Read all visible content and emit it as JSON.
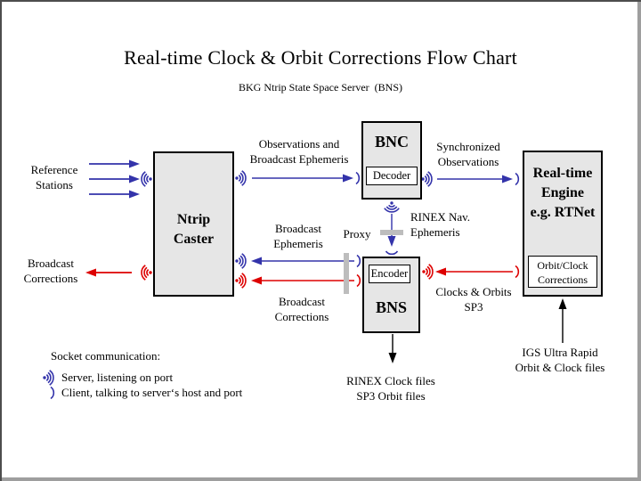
{
  "slide": {
    "title": "Real-time Clock & Orbit Corrections Flow Chart",
    "subtitle": "BKG Ntrip State Space Server  (BNS)"
  },
  "colors": {
    "blue": "#3333aa",
    "red": "#dd0000",
    "ink": "#000000",
    "box_fill": "#e6e6e6",
    "box_border": "#000000",
    "proxy_bar": "#bdbdbd",
    "frame_dark": "#4d4d4d",
    "frame_light": "#9e9e9e",
    "background": "#ffffff"
  },
  "boxes": {
    "caster": {
      "lines": [
        "Ntrip",
        "Caster"
      ]
    },
    "bnc": {
      "title": "BNC",
      "sub": "Decoder"
    },
    "bns": {
      "title": "BNS",
      "sub": "Encoder"
    },
    "rte": {
      "lines": [
        "Real-time",
        "Engine",
        "e.g. RTNet"
      ],
      "sub_lines": [
        "Orbit/Clock",
        "Corrections"
      ]
    }
  },
  "labels": {
    "reference_stations": [
      "Reference",
      "Stations"
    ],
    "broadcast_corrections_left": [
      "Broadcast",
      "Corrections"
    ],
    "observations_top": [
      "Observations and",
      "Broadcast Ephemeris"
    ],
    "synchronized": [
      "Synchronized",
      "Observations"
    ],
    "rinex_nav": [
      "RINEX Nav.",
      "Ephemeris"
    ],
    "broadcast_ephemeris": [
      "Broadcast",
      "Ephemeris"
    ],
    "proxy": "Proxy",
    "broadcast_corrections_mid": [
      "Broadcast",
      "Corrections"
    ],
    "clocks_orbits": [
      "Clocks & Orbits",
      "SP3"
    ],
    "rinex_files": [
      "RINEX Clock files",
      "SP3 Orbit files"
    ],
    "igs": [
      "IGS Ultra Rapid",
      "Orbit & Clock files"
    ]
  },
  "legend": {
    "heading": "Socket communication:",
    "server_label": "Server, listening on port",
    "client_label": "Client, talking to server‘s host and port"
  },
  "icons": {
    "server_socket": "radiating-arcs-icon",
    "client_socket": "single-arc-icon"
  }
}
